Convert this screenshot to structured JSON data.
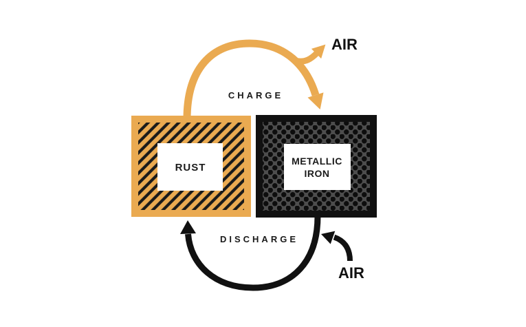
{
  "diagram": {
    "boxes": {
      "rust": {
        "label": "RUST"
      },
      "metallic_iron": {
        "line1": "METALLIC",
        "line2": "IRON"
      }
    },
    "labels": {
      "charge": "CHARGE",
      "discharge": "DISCHARGE",
      "air_top": "AIR",
      "air_bottom": "AIR"
    },
    "colors": {
      "accent_orange": "#EAAA51",
      "ink_black": "#111111",
      "iron_gray": "#4D4D4D",
      "background": "#FFFFFF"
    }
  }
}
